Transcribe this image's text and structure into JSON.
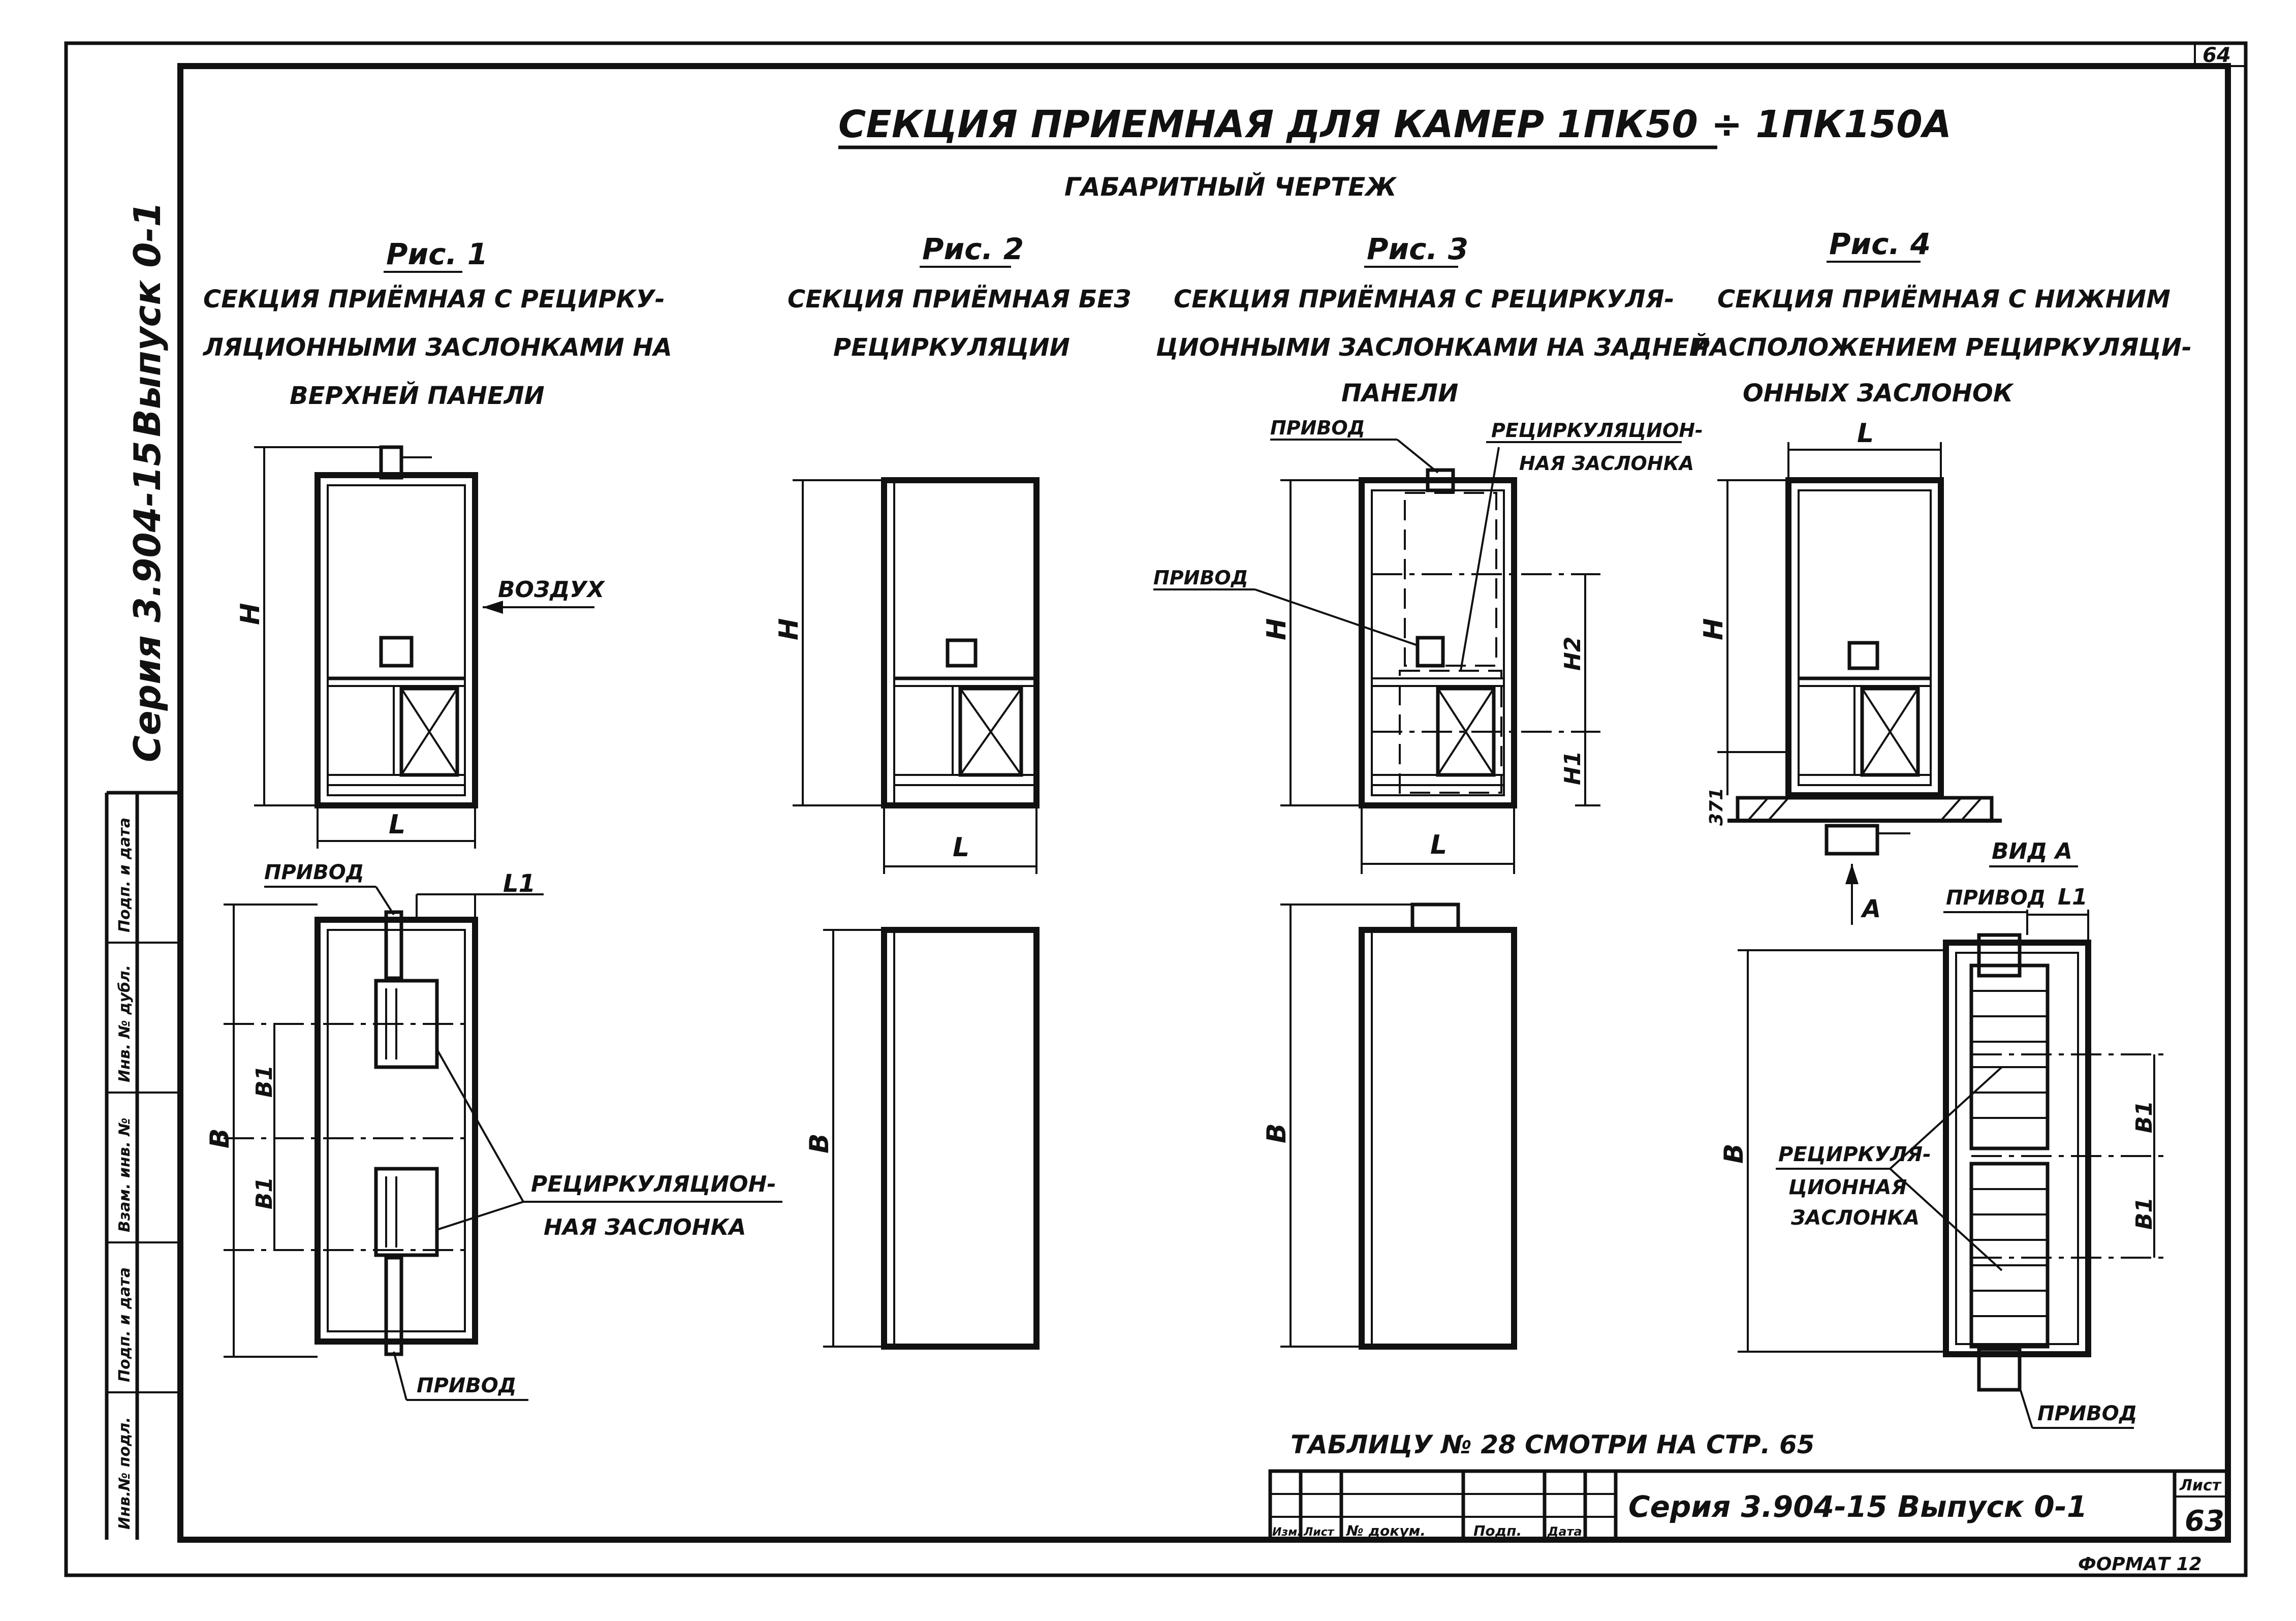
{
  "sheet_corner": "64",
  "title": "СЕКЦИЯ ПРИЕМНАЯ ДЛЯ КАМЕР 1ПК50 ÷ 1ПК150А",
  "subtitle": "ГАБАРИТНЫЙ ЧЕРТЕЖ",
  "figures": [
    {
      "num": "Рис. 1",
      "caption": [
        "СЕКЦИЯ ПРИЁМНАЯ С РЕЦИРКУ-",
        "ЛЯЦИОННЫМИ ЗАСЛОНКАМИ НА",
        "ВЕРХНЕЙ ПАНЕЛИ"
      ]
    },
    {
      "num": "Рис. 2",
      "caption": [
        "СЕКЦИЯ ПРИЁМНАЯ БЕЗ",
        "РЕЦИРКУЛЯЦИИ"
      ]
    },
    {
      "num": "Рис. 3",
      "caption": [
        "СЕКЦИЯ ПРИЁМНАЯ С РЕЦИРКУЛЯ-",
        "ЦИОННЫМИ ЗАСЛОНКАМИ НА ЗАДНЕЙ",
        "ПАНЕЛИ"
      ]
    },
    {
      "num": "Рис. 4",
      "caption": [
        "СЕКЦИЯ ПРИЁМНАЯ С НИЖНИМ",
        "РАСПОЛОЖЕНИЕМ РЕЦИРКУЛЯЦИ-",
        "ОННЫХ ЗАСЛОНОК"
      ]
    }
  ],
  "labels": {
    "air": "ВОЗДУХ",
    "drive": "ПРИВОД",
    "damper_fig1": [
      "РЕЦИРКУЛЯЦИОН-",
      "НАЯ ЗАСЛОНКА"
    ],
    "damper_fig3": [
      "РЕЦИРКУЛЯЦИОН-",
      "НАЯ ЗАСЛОНКА"
    ],
    "damper_fig4": [
      "РЕЦИРКУЛЯ-",
      "ЦИОННАЯ",
      "ЗАСЛОНКА"
    ],
    "view_a": "ВИД А",
    "arrow_a": "А",
    "dim_h": "Н",
    "dim_l": "L",
    "dim_l1": "L1",
    "dim_b": "В",
    "dim_b1": "В1",
    "dim_h1": "Н1",
    "dim_h2": "Н2",
    "dim_371": "371"
  },
  "table_note": "ТАБЛИЦУ № 28 СМОТРИ НА СТР. 65",
  "side_series": "Серия 3.904-15",
  "side_issue": "Выпуск 0-1",
  "side_stamps": [
    "Инв.№ подл.",
    "Подп. и дата",
    "Взам. инв. №",
    "Инв. № дубл.",
    "Подп. и дата"
  ],
  "title_block": {
    "columns": [
      "Изм.",
      "Лист",
      "№ докум.",
      "Подп.",
      "Дата"
    ],
    "series": "Серия 3.904-15 Выпуск 0-1",
    "sheet_label": "Лист",
    "sheet_number": "63"
  },
  "format": "ФОРМАТ 12"
}
